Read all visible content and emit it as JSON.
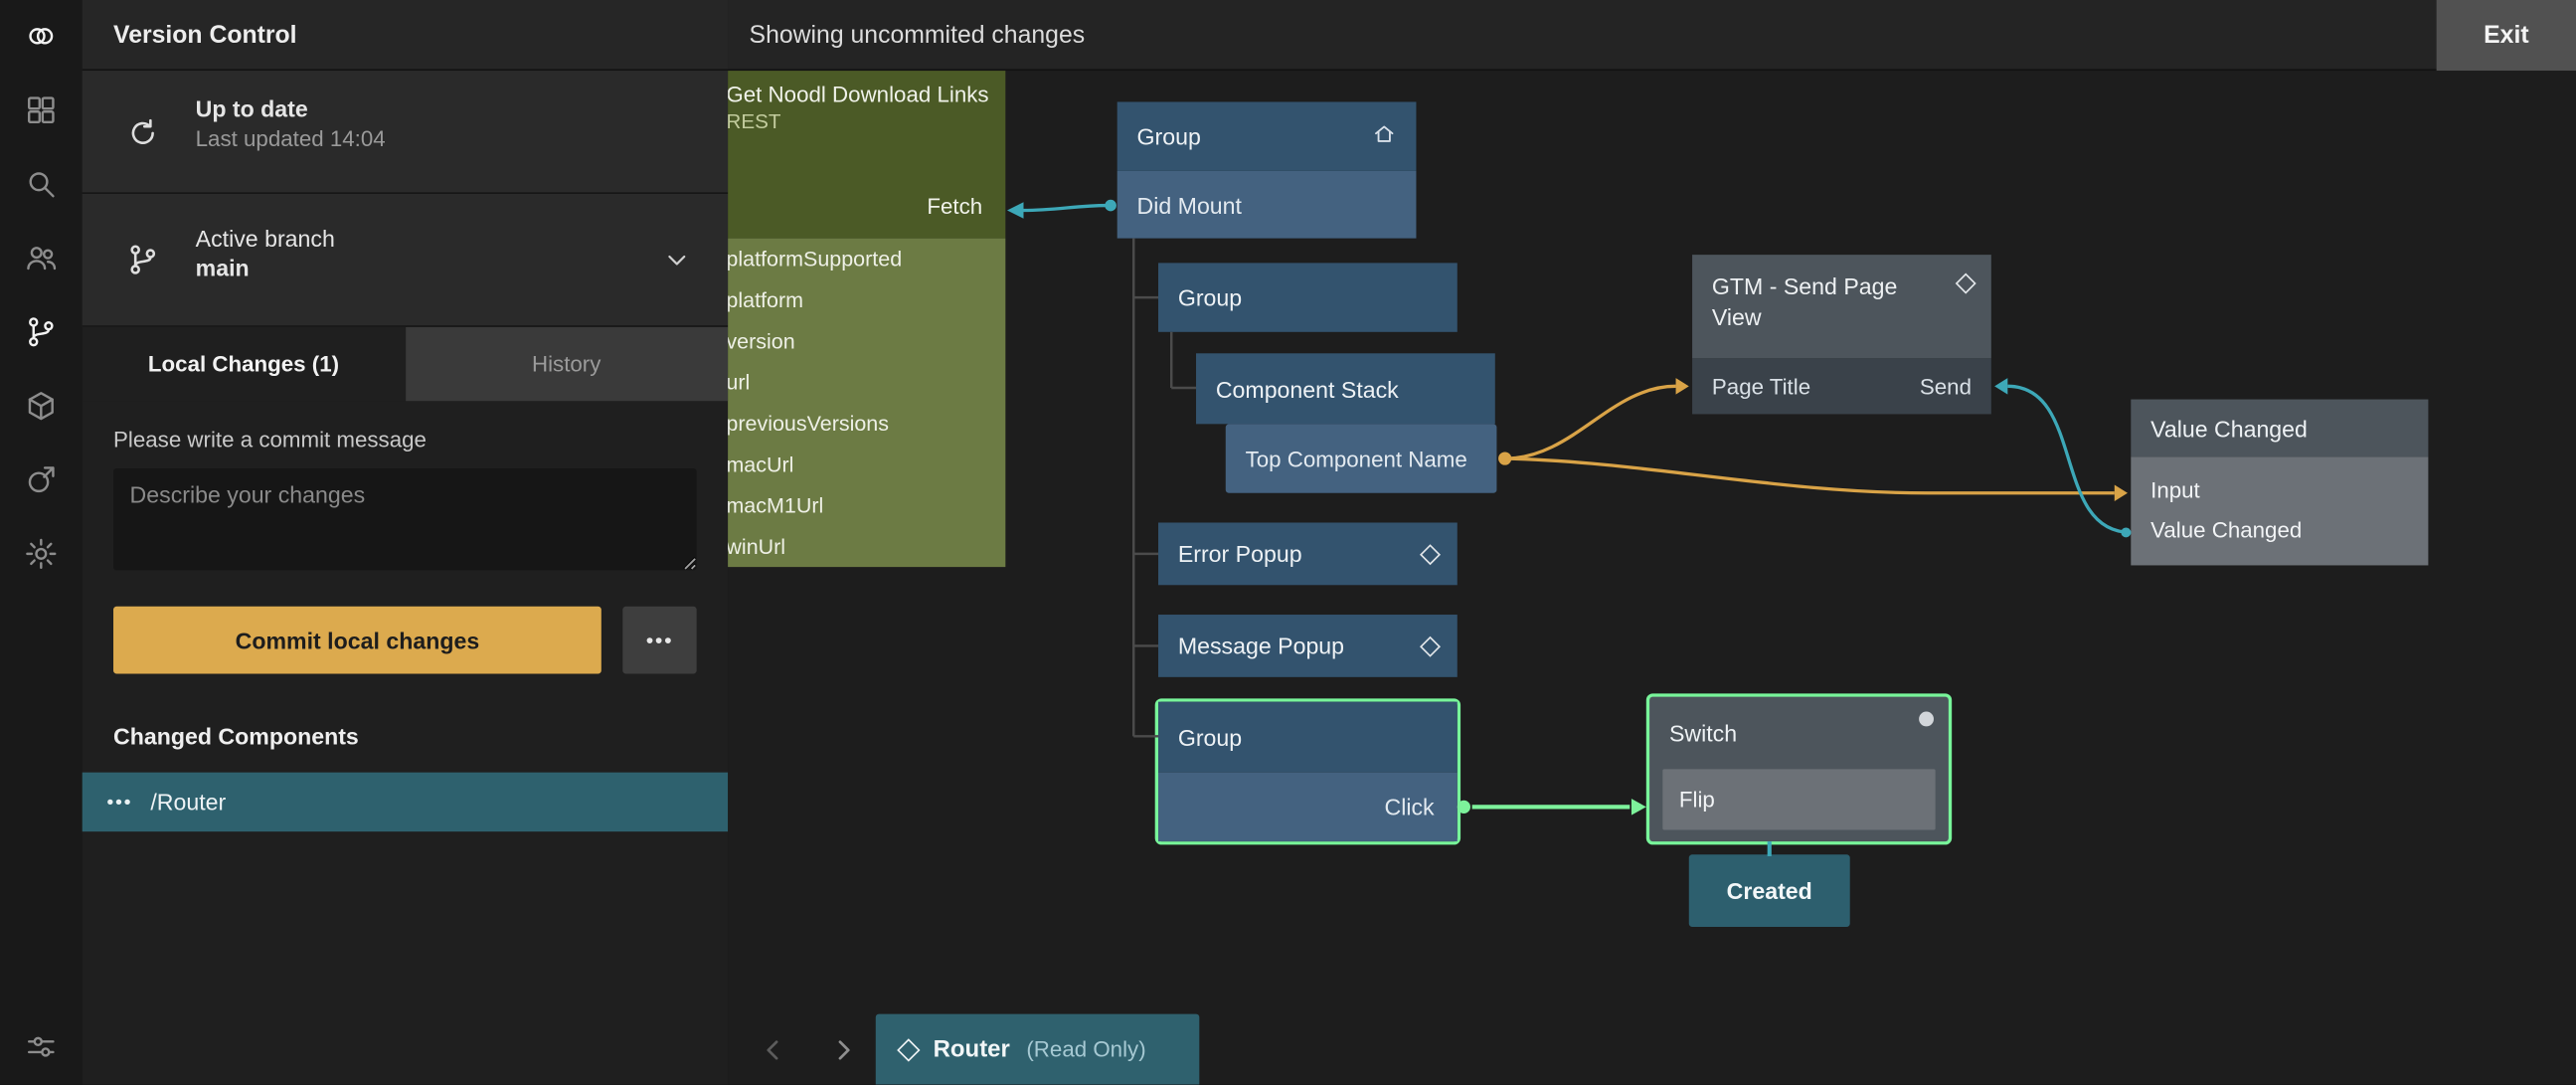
{
  "activity_bar": {
    "icons": [
      {
        "name": "noodl-logo"
      },
      {
        "name": "components"
      },
      {
        "name": "search"
      },
      {
        "name": "collaboration"
      },
      {
        "name": "version-control",
        "active": true
      },
      {
        "name": "cloud-services"
      },
      {
        "name": "deploy"
      },
      {
        "name": "project-settings"
      }
    ],
    "bottom_icon": {
      "name": "editor-preferences"
    }
  },
  "version_panel": {
    "title": "Version Control",
    "sync": {
      "status": "Up to date",
      "detail": "Last updated 14:04"
    },
    "branch": {
      "label": "Active branch",
      "current": "main"
    },
    "tabs": [
      {
        "label": "Local Changes (1)",
        "active": true
      },
      {
        "label": "History",
        "active": false
      }
    ],
    "commit": {
      "prompt": "Please write a commit message",
      "placeholder": "Describe your changes",
      "commit_button": "Commit local changes",
      "more_button": "•••"
    },
    "changed_components": {
      "heading": "Changed Components",
      "items": [
        {
          "status_icon": "•••",
          "name": "/Router"
        }
      ]
    }
  },
  "top_bar": {
    "status_text": "Showing uncommited changes",
    "exit_button": "Exit"
  },
  "node_graph": {
    "nodes": {
      "rest": {
        "title": "Get Noodl Download Links",
        "type": "REST",
        "action_port": "Fetch",
        "output_ports": [
          "platformSupported",
          "platform",
          "version",
          "url",
          "previousVersions",
          "macUrl",
          "macM1Url",
          "winUrl"
        ]
      },
      "group_root": {
        "title": "Group",
        "signal_port": "Did Mount"
      },
      "group_child": {
        "title": "Group"
      },
      "component_stack": {
        "title": "Component Stack",
        "output_port": "Top Component Name"
      },
      "gtm": {
        "title": "GTM - Send Page View",
        "input_port": "Page Title",
        "signal_port": "Send"
      },
      "value_changed": {
        "title": "Value Changed",
        "ports": [
          "Input",
          "Value Changed"
        ]
      },
      "error_popup": {
        "title": "Error Popup"
      },
      "message_popup": {
        "title": "Message Popup"
      },
      "group_selected": {
        "title": "Group",
        "signal_port": "Click"
      },
      "switch": {
        "title": "Switch",
        "input_port": "Flip"
      },
      "created_badge": {
        "label": "Created"
      }
    }
  },
  "bottom_bar": {
    "active_tab": {
      "title": "Router",
      "badge": "(Read Only)"
    }
  },
  "colors": {
    "accent_amber": "#dcaa4e",
    "node_blue": "#33536e",
    "node_blue_row": "#446280",
    "node_gray": "#4d555c",
    "node_gray_row": "#6c7177",
    "node_green_header": "#4b5a26",
    "node_green_body": "#6c7b44",
    "selection_green": "#78f59a",
    "wire_teal": "#3da8b8",
    "wire_orange": "#d9a347",
    "wire_green": "#7df29b",
    "tab_teal": "#2f616e"
  }
}
